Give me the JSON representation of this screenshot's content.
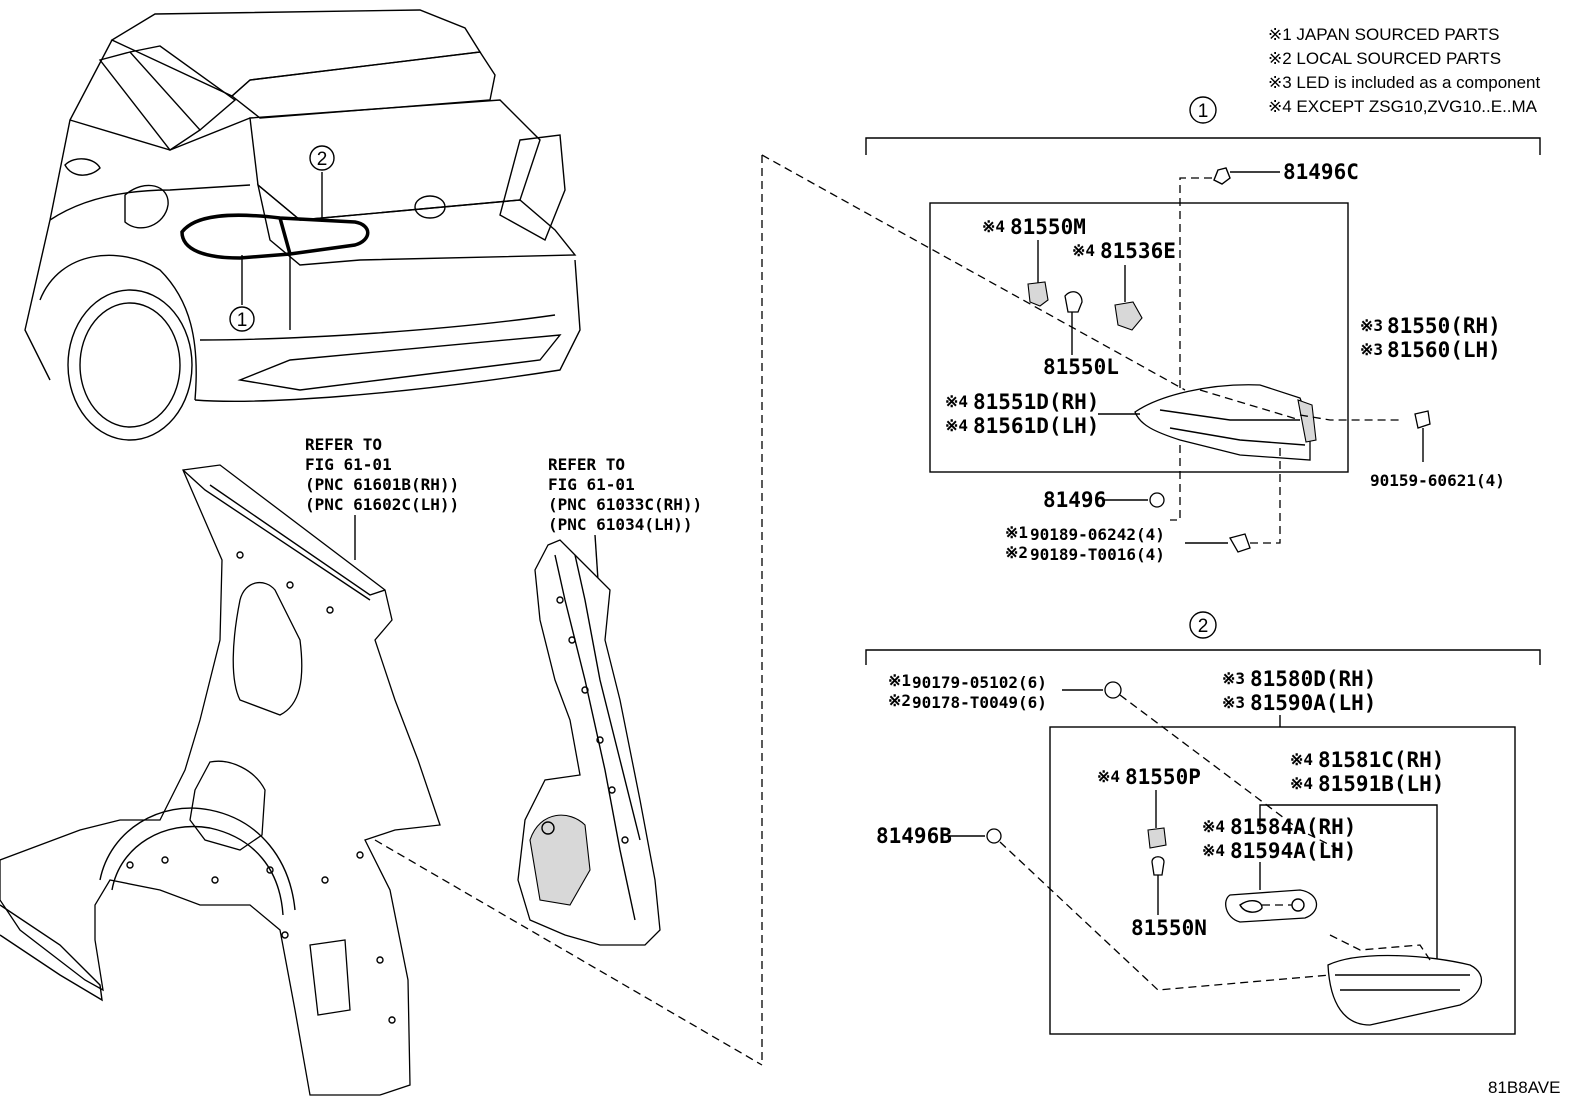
{
  "notes": [
    "※1 JAPAN SOURCED PARTS",
    "※2 LOCAL SOURCED PARTS",
    "※3 LED is included as a component",
    "※4 EXCEPT ZSG10,ZVG10..E..MA"
  ],
  "callouts": {
    "one": "1",
    "two": "2"
  },
  "refer_a": {
    "line1": "REFER TO",
    "line2": "FIG 61-01",
    "line3": "(PNC 61601B(RH))",
    "line4": "(PNC 61602C(LH))"
  },
  "refer_b": {
    "line1": "REFER TO",
    "line2": "FIG 61-01",
    "line3": "(PNC 61033C(RH))",
    "line4": "(PNC 61034(LH))"
  },
  "parts1": {
    "p81496C": "81496C",
    "p81550M_mark": "※4",
    "p81550M": "81550M",
    "p81536E_mark": "※4",
    "p81536E": "81536E",
    "p81550L": "81550L",
    "p81550RH_mark": "※3",
    "p81550RH": "81550(RH)",
    "p81560LH_mark": "※3",
    "p81560LH": "81560(LH)",
    "p81551D_mark": "※4",
    "p81551D": "81551D(RH)",
    "p81561D_mark": "※4",
    "p81561D": "81561D(LH)",
    "p90159": "90159-60621(4)",
    "p81496": "81496",
    "p90189a_mark": "※1",
    "p90189a": "90189-06242(4)",
    "p90189b_mark": "※2",
    "p90189b": "90189-T0016(4)"
  },
  "parts2": {
    "p90179_mark": "※1",
    "p90179": "90179-05102(6)",
    "p90178_mark": "※2",
    "p90178": "90178-T0049(6)",
    "p81580D_mark": "※3",
    "p81580D": "81580D(RH)",
    "p81590A_mark": "※3",
    "p81590A": "81590A(LH)",
    "p81581C_mark": "※4",
    "p81581C": "81581C(RH)",
    "p81591B_mark": "※4",
    "p81591B": "81591B(LH)",
    "p81550P_mark": "※4",
    "p81550P": "81550P",
    "p81584A_mark": "※4",
    "p81584A": "81584A(RH)",
    "p81594A_mark": "※4",
    "p81594A": "81594A(LH)",
    "p81496B": "81496B",
    "p81550N": "81550N"
  },
  "diagram_id": "81B8AVE"
}
